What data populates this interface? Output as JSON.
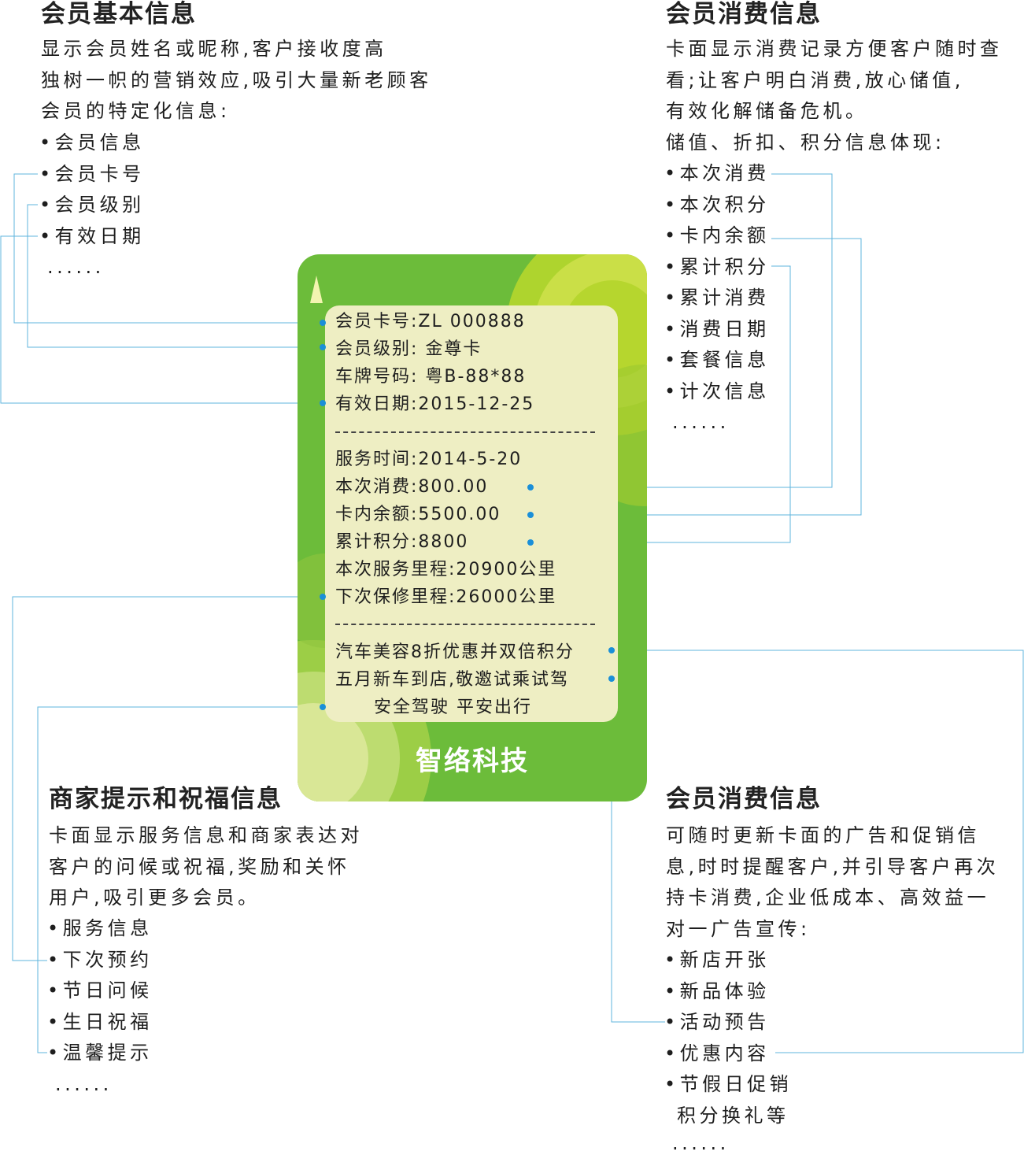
{
  "top_left": {
    "title": "会员基本信息",
    "paragraph": [
      "显示会员姓名或昵称,客户接收度高",
      "独树一帜的营销效应,吸引大量新老顾客",
      "会员的特定化信息:"
    ],
    "bullets": [
      "会员信息",
      "会员卡号",
      "会员级别",
      "有效日期"
    ],
    "ellipsis": "......"
  },
  "top_right": {
    "title": "会员消费信息",
    "paragraph": [
      "卡面显示消费记录方便客户随时查",
      "看;让客户明白消费,放心储值,",
      "有效化解储备危机。",
      "储值、折扣、积分信息体现:"
    ],
    "bullets": [
      "本次消费",
      "本次积分",
      "卡内余额",
      "累计积分",
      "累计消费",
      "消费日期",
      "套餐信息",
      "计次信息"
    ],
    "ellipsis": "......"
  },
  "bottom_left": {
    "title": "商家提示和祝福信息",
    "paragraph": [
      "卡面显示服务信息和商家表达对",
      "客户的问候或祝福,奖励和关怀",
      "用户,吸引更多会员。"
    ],
    "bullets": [
      "服务信息",
      "下次预约",
      "节日问候",
      "生日祝福",
      "温馨提示"
    ],
    "ellipsis": "......"
  },
  "bottom_right": {
    "title": "会员消费信息",
    "paragraph": [
      "可随时更新卡面的广告和促销信",
      "息,时时提醒客户,并引导客户再次",
      "持卡消费,企业低成本、高效益一",
      "对一广告宣传:"
    ],
    "bullets": [
      "新店开张",
      "新品体验",
      "活动预告",
      "优惠内容",
      "节假日促销"
    ],
    "extra": "积分换礼等",
    "ellipsis": "......"
  },
  "card": {
    "lines": [
      "会员卡号:ZL 000888",
      "会员级别: 金尊卡",
      "车牌号码: 粤B-88*88",
      "有效日期:2015-12-25",
      "服务时间:2014-5-20",
      "本次消费:800.00",
      "卡内余额:5500.00",
      "累计积分:8800",
      "本次服务里程:20900公里",
      "下次保修里程:26000公里",
      "汽车美容8折优惠并双倍积分",
      "五月新车到店,敬邀试乘试驾",
      "安全驾驶 平安出行"
    ],
    "brand": "智络科技"
  },
  "colors": {
    "card_green": "#6cbc3a",
    "card_lime": "#b6d62e",
    "receipt_cream": "#eeeec3",
    "connector_blue": "#1a8fd8"
  }
}
